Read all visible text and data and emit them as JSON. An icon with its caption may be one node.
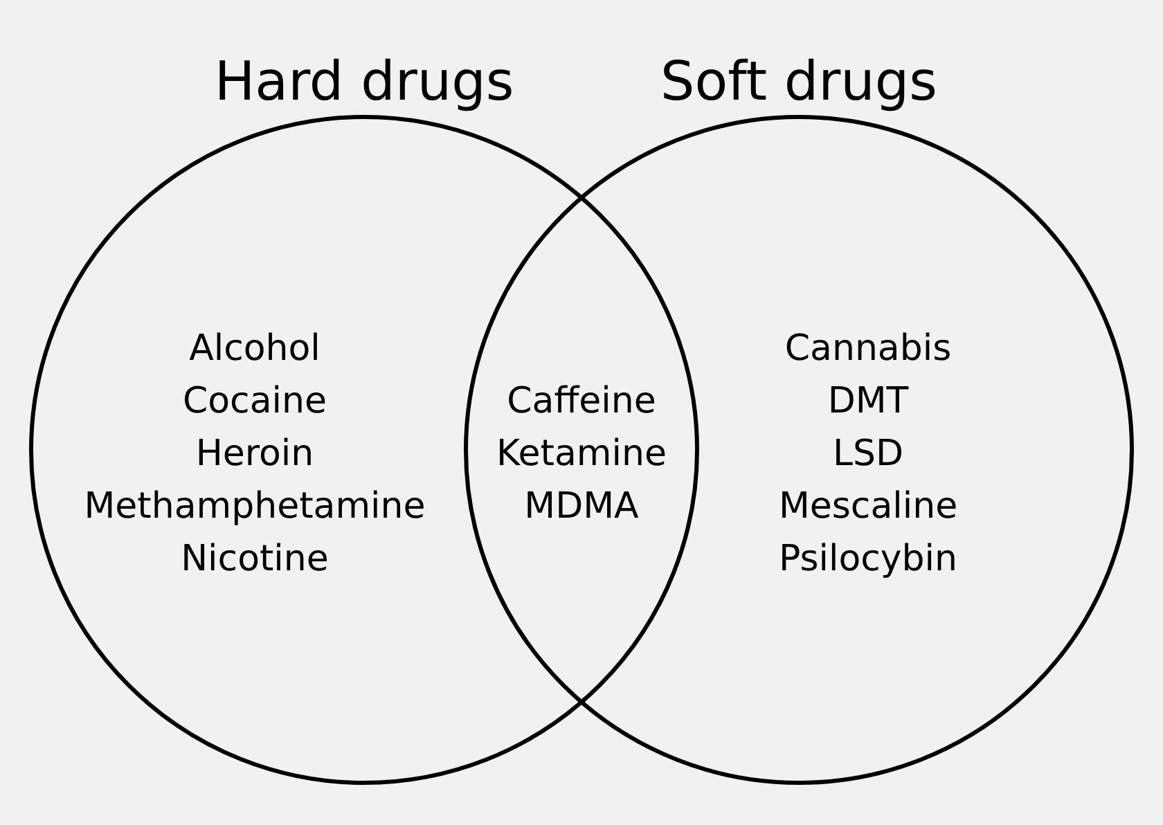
{
  "diagram": {
    "nodes": [
      {
        "text": [
          "Hard drugs",
          "Alcohol",
          "Cocaine",
          "Heroin",
          "Methamphetamine",
          "Nicotine"
        ]
      },
      {
        "text": [
          "Soft drugs",
          "Cannabis",
          "DMT",
          "LSD",
          "Mescaline",
          "Psilocybin"
        ]
      }
    ],
    "labels": [
      "Caffeine",
      "Ketamine",
      "MDMA"
    ]
  }
}
